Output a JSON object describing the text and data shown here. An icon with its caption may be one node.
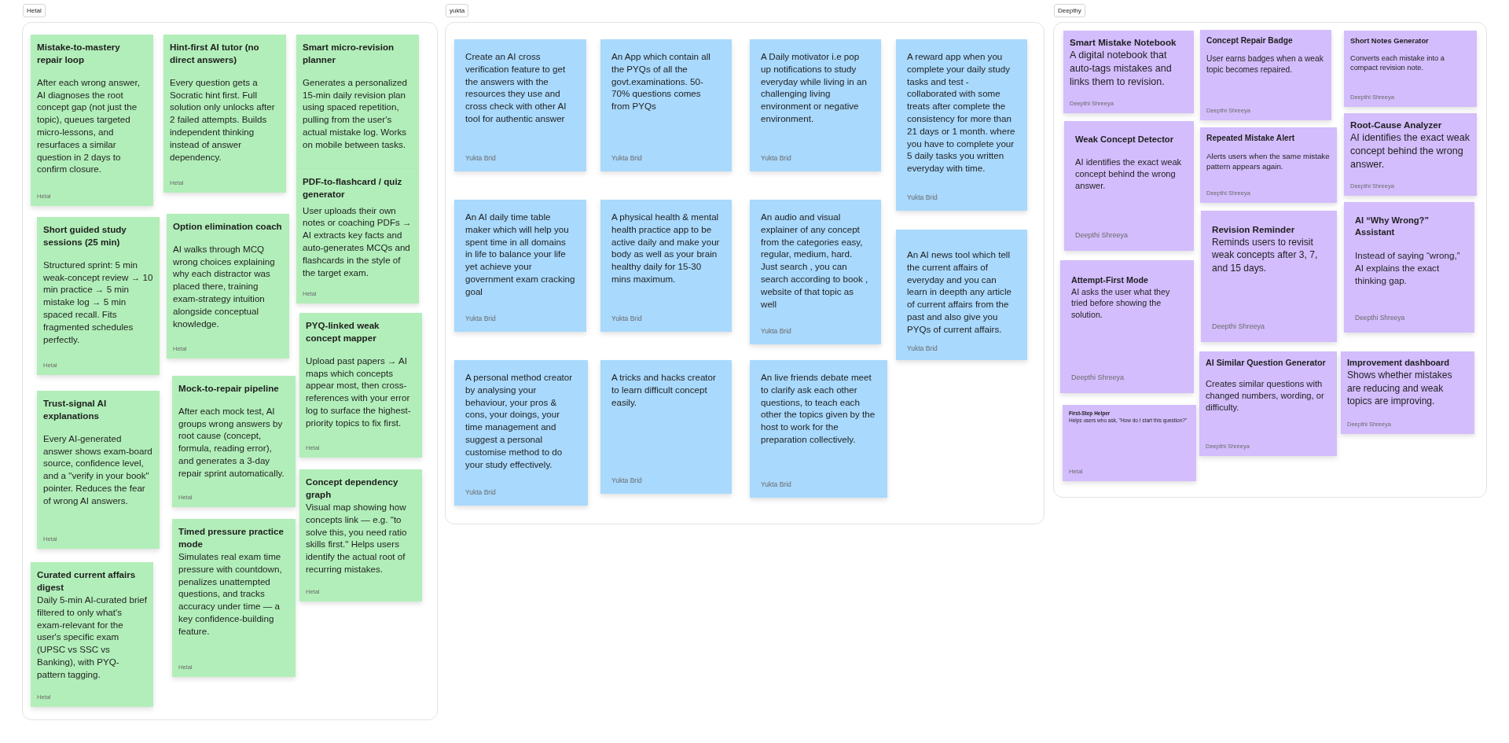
{
  "diagram": {
    "nodes": [
      {
        "text": [
          "Hetal"
        ]
      },
      {
        "text": [
          "Mistake-to-mastery repair loop",
          "After each wrong answer, AI diagnoses the root concept gap (not just the topic), queues targeted micro-lessons, and resurfaces a similar question in 2 days to confirm closure.",
          "Hetal"
        ],
        "in": 0
      },
      {
        "text": [
          "Hint-first AI tutor (no direct answers)",
          "Every question gets a Socratic hint first. Full solution only unlocks after 2 failed attempts. Builds independent thinking instead of answer dependency.",
          "Hetal"
        ],
        "in": 0
      },
      {
        "text": [
          "Smart micro-revision planner",
          "Generates a personalized 15-min daily revision plan using spaced repetition, pulling from the user's actual mistake log. Works on mobile between tasks."
        ],
        "in": 0
      },
      {
        "text": [
          "PDF-to-flashcard / quiz generator",
          "User uploads their own notes or coaching PDFs → AI extracts key facts and auto-generates MCQs and flashcards in the style of the target exam.",
          "Hetal"
        ],
        "in": 0
      },
      {
        "text": [
          "Short guided study sessions (25 min)",
          "Structured sprint: 5 min weak-concept review → 10 min practice → 5 min mistake log → 5 min spaced recall. Fits fragmented schedules perfectly.",
          "Hetal"
        ],
        "in": 0
      },
      {
        "text": [
          "Option elimination coach",
          "AI walks through MCQ wrong choices explaining why each distractor was placed there, training exam-strategy intuition alongside conceptual knowledge.",
          "Hetal"
        ],
        "in": 0
      },
      {
        "text": [
          "PYQ-linked weak concept mapper",
          "Upload past papers → AI maps which concepts appear most, then cross-references with your error log to surface the highest-priority topics to fix first.",
          "Hetal"
        ],
        "in": 0
      },
      {
        "text": [
          "Mock-to-repair pipeline",
          "After each mock test, AI groups wrong answers by root cause (concept, formula, reading error), and generates a 3-day repair sprint automatically.",
          "Hetal"
        ],
        "in": 0
      },
      {
        "text": [
          "Trust-signal AI explanations",
          "Every AI-generated answer shows exam-board source, confidence level, and a \"verify in your book\" pointer. Reduces the fear of wrong AI answers.",
          "Hetal"
        ],
        "in": 0
      },
      {
        "text": [
          "Concept dependency graph",
          "Visual map showing how concepts link — e.g. \"to solve this, you need ratio skills first.\" Helps users identify the actual root of recurring mistakes.",
          "Hetal"
        ],
        "in": 0
      },
      {
        "text": [
          "Timed pressure practice mode",
          "Simulates real exam time pressure with countdown, penalizes unattempted questions, and tracks accuracy under time — a key confidence-building feature.",
          "Hetal"
        ],
        "in": 0
      },
      {
        "text": [
          "Curated current affairs digest",
          "Daily 5-min AI-curated brief filtered to only what's exam-relevant for the user's specific exam (UPSC vs SSC vs Banking), with PYQ-pattern tagging.",
          "Hetal"
        ],
        "in": 0
      },
      {
        "text": [
          "yukta"
        ]
      },
      {
        "text": [
          "Create an AI cross verification feature to get the answers with the resources they use and cross check with other AI tool for authentic answer",
          "Yukta Brid"
        ],
        "in": 13
      },
      {
        "text": [
          "An App which contain all the PYQs of all the govt.examinations. 50-70% questions comes from PYQs",
          "Yukta Brid"
        ],
        "in": 13
      },
      {
        "text": [
          "A Daily motivator i.e  pop up notifications to study everyday while living in an challenging living environment or negative environment.",
          "Yukta Brid"
        ],
        "in": 13
      },
      {
        "text": [
          "A reward app when you complete your daily study tasks and test - collaborated with some treats after complete the consistency for more than 21 days or 1 month. where you have to complete your 5 daily tasks you written everyday with time.",
          "Yukta Brid"
        ],
        "in": 13
      },
      {
        "text": [
          "An AI daily time table maker which will help you spent time in all domains in life to balance your life yet achieve your government exam cracking goal",
          "Yukta Brid"
        ],
        "in": 13
      },
      {
        "text": [
          "A physical health & mental health practice app to be active daily and make your body as well as your brain healthy daily for 15-30 mins maximum.",
          "Yukta Brid"
        ],
        "in": 13
      },
      {
        "text": [
          "An audio and visual explainer of any concept from the categories easy, regular, medium, hard. Just search , you can search according to book , website of that topic as well",
          "Yukta Brid"
        ],
        "in": 13
      },
      {
        "text": [
          "An AI news tool which tell the current affairs of everyday and you can learn in deepth any article of current affairs from the past and also give you PYQs of current affairs.",
          "Yukta Brid"
        ],
        "in": 13
      },
      {
        "text": [
          "A personal method creator by analysing your behaviour, your pros & cons, your doings, your time management and suggest a personal customise method to do your study effectively.",
          "Yukta Brid"
        ],
        "in": 13
      },
      {
        "text": [
          "A tricks and hacks creator to learn difficult concept easily.",
          "Yukta Brid"
        ],
        "in": 13
      },
      {
        "text": [
          "An live friends debate meet to clarify ask each other questions, to teach each other the topics given by the host to work for the preparation collectively.",
          "Yukta Brid"
        ],
        "in": 13
      },
      {
        "text": [
          "Deepthy"
        ]
      },
      {
        "text": [
          "Smart Mistake Notebook",
          "A digital notebook that auto-tags mistakes and links them to revision.",
          "Deepthi Shreeya"
        ],
        "in": 25
      },
      {
        "text": [
          "Concept Repair Badge",
          "User earns badges when a weak topic becomes repaired.",
          "Deepthi Shreeya"
        ],
        "in": 25
      },
      {
        "text": [
          "Short Notes  Generator",
          "Converts each mistake into a compact revision note.",
          "Deepthi Shreeya"
        ],
        "in": 25
      },
      {
        "text": [
          "Weak Concept Detector",
          "AI identifies the exact weak concept behind the wrong answer.",
          "Deepthi Shreeya"
        ],
        "in": 25
      },
      {
        "text": [
          "Repeated Mistake Alert",
          "Alerts users when the same mistake pattern appears again.",
          "Deepthi Shreeya"
        ],
        "in": 25
      },
      {
        "text": [
          "Root-Cause Analyzer",
          "AI identifies the exact weak concept behind the wrong answer.",
          "Deepthi Shreeya"
        ],
        "in": 25
      },
      {
        "text": [
          "Revision Reminder",
          "Reminds users to revisit weak concepts after 3, 7, and 15 days.",
          "Deepthi Shreeya"
        ],
        "in": 25
      },
      {
        "text": [
          "AI “Why Wrong?” Assistant",
          "Instead of saying “wrong,” AI explains the exact thinking gap.",
          "Deepthi Shreeya"
        ],
        "in": 25
      },
      {
        "text": [
          "Attempt-First Mode",
          "AI asks the user what they tried before showing the solution.",
          "Deepthi Shreeya"
        ],
        "in": 25
      },
      {
        "text": [
          "AI Similar Question Generator",
          "Creates similar questions with changed numbers, wording, or difficulty.",
          "Deepthi Shreeya"
        ],
        "in": 25
      },
      {
        "text": [
          "Improvement dashboard",
          "Shows whether mistakes are reducing and weak topics are improving.",
          "Deepthi Shreeya"
        ],
        "in": 25
      },
      {
        "text": [
          "First-Step Helper",
          "Helps users who ask, \"How do I start this question?\"",
          "Hetal"
        ],
        "in": 25
      }
    ]
  }
}
